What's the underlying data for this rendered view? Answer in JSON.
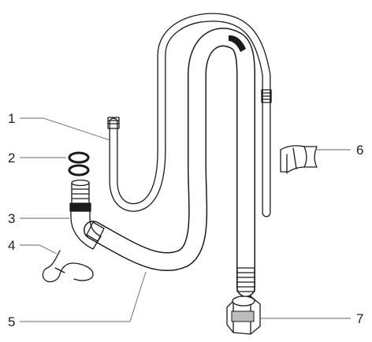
{
  "diagram": {
    "parts": [
      {
        "callout": "1",
        "icon": "small-tube-icon"
      },
      {
        "callout": "2",
        "icon": "o-ring-icon"
      },
      {
        "callout": "3",
        "icon": "elbow-fitting-icon"
      },
      {
        "callout": "4",
        "icon": "wire-clip-icon"
      },
      {
        "callout": "5",
        "icon": "suction-tube-icon"
      },
      {
        "callout": "6",
        "icon": "bracket-clip-icon"
      },
      {
        "callout": "7",
        "icon": "inlet-strainer-nut-icon"
      }
    ],
    "colors": {
      "line": "#1a1a1a",
      "leader": "#666666",
      "fill": "#ffffff",
      "shade": "#bdbdbd"
    }
  }
}
